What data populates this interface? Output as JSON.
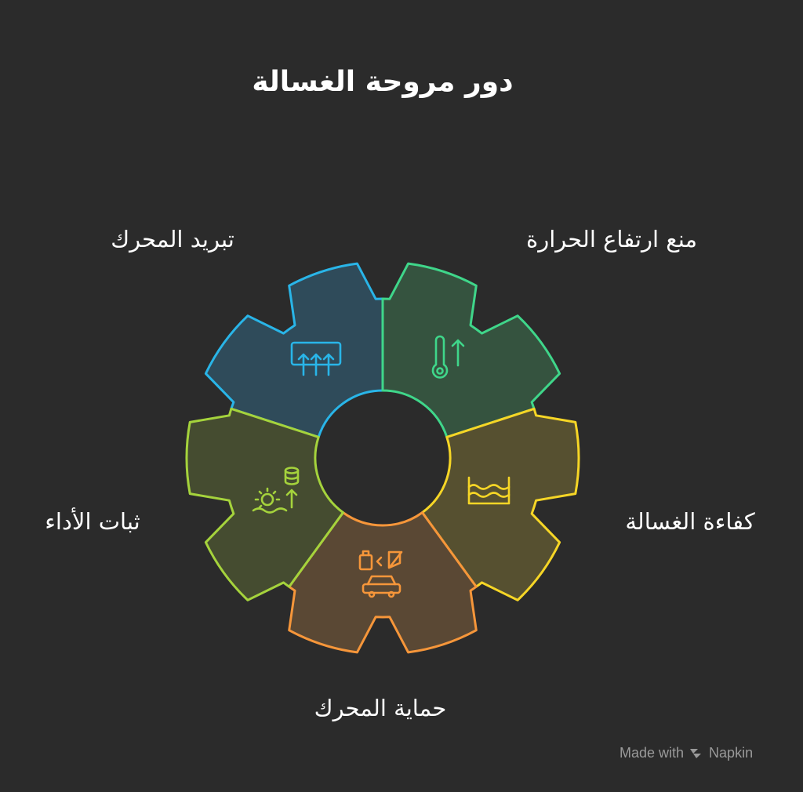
{
  "title": "دور مروحة الغسالة",
  "segments": [
    {
      "label": "تبريد المحرك",
      "icon": "cooling-fan-icon",
      "color": "#29b5e8",
      "fill": "#2f4b5a"
    },
    {
      "label": "منع ارتفاع الحرارة",
      "icon": "thermometer-up-icon",
      "color": "#3fd68a",
      "fill": "#35533f"
    },
    {
      "label": "كفاءة الغسالة",
      "icon": "water-basin-icon",
      "color": "#f6d626",
      "fill": "#565030"
    },
    {
      "label": "حماية المحرك",
      "icon": "car-protection-icon",
      "color": "#f6963a",
      "fill": "#5a4834"
    },
    {
      "label": "ثبات الأداء",
      "icon": "stable-performance-icon",
      "color": "#a5d33c",
      "fill": "#454c30"
    }
  ],
  "footer": {
    "made_with": "Made with",
    "brand": "Napkin"
  }
}
